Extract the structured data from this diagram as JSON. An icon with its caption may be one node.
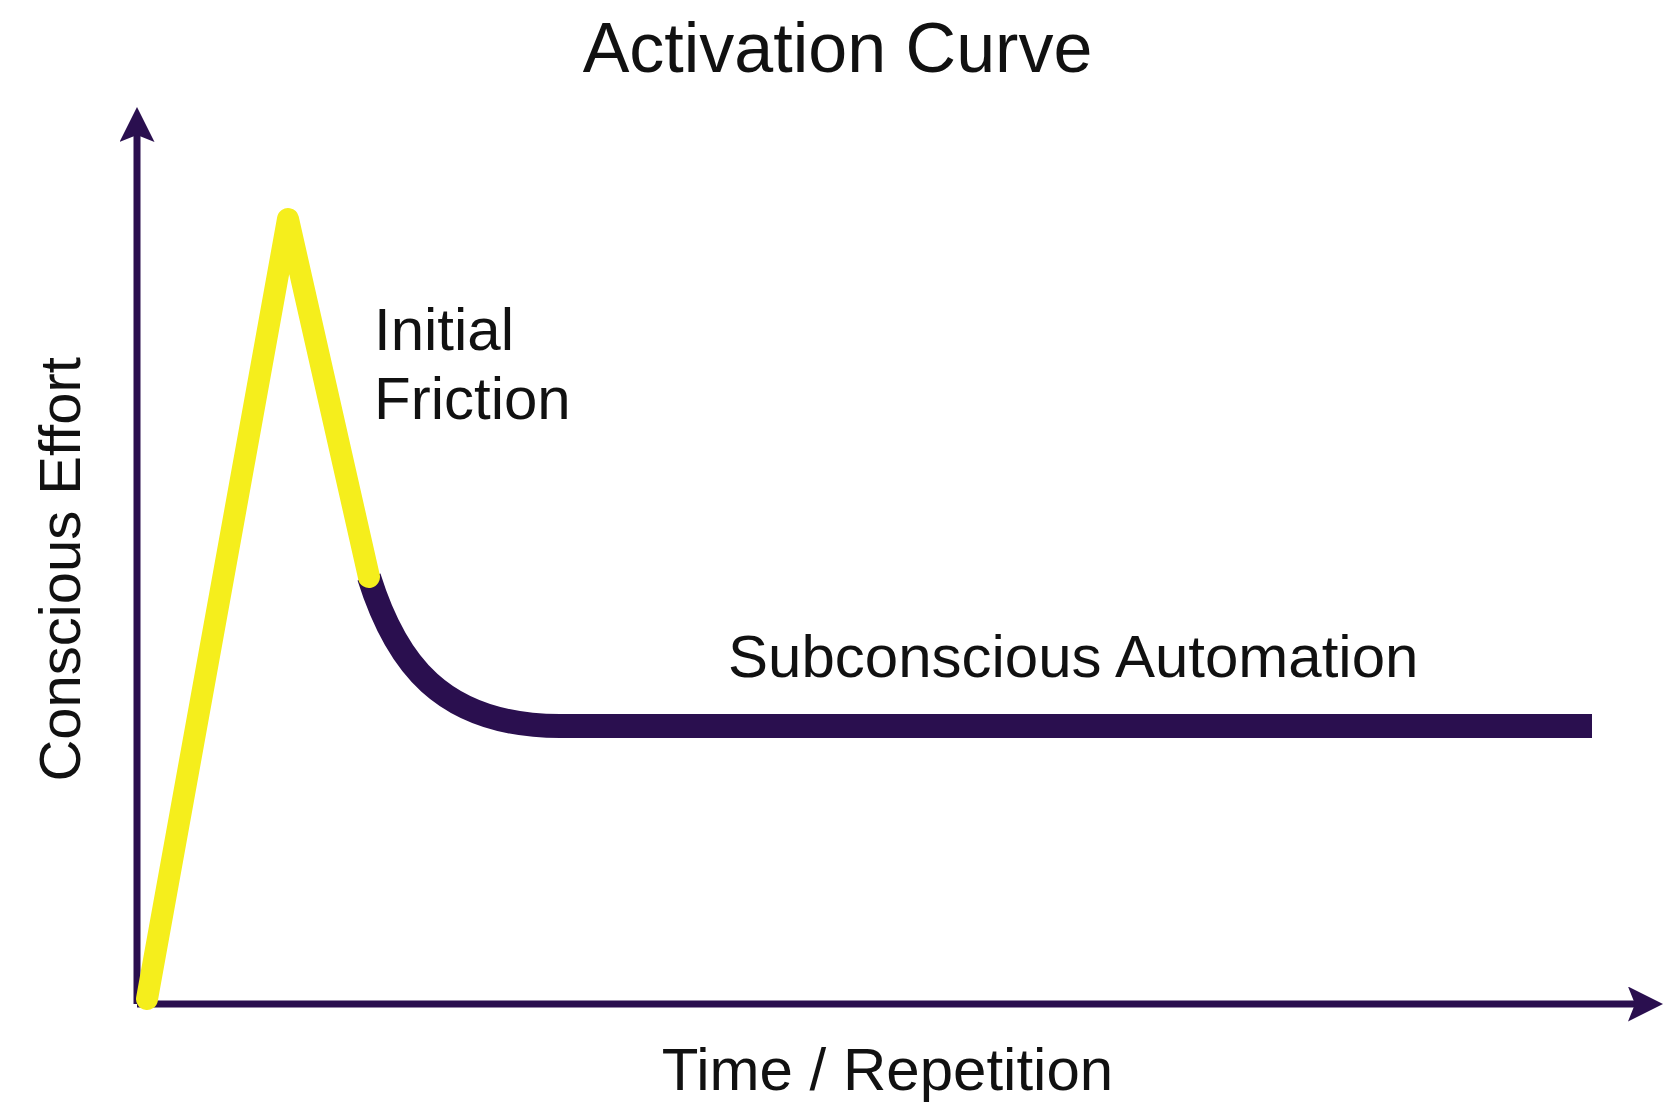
{
  "diagram": {
    "title": "Activation Curve",
    "labels": [
      "Conscious Effort",
      "Initial Friction",
      "Subconscious Automation",
      "Time / Repetition"
    ]
  }
}
